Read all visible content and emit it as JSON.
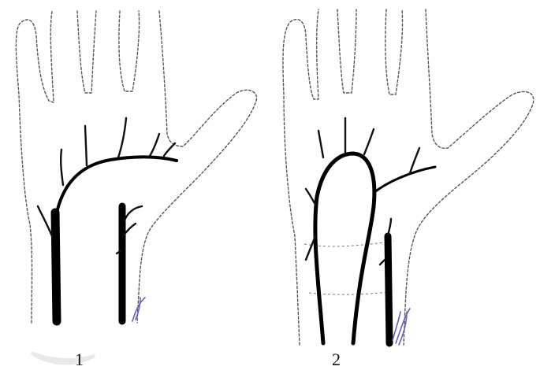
{
  "figure": {
    "panels": [
      {
        "label": "1",
        "icon": "hand-outline"
      },
      {
        "label": "2",
        "icon": "hand-outline"
      }
    ]
  }
}
